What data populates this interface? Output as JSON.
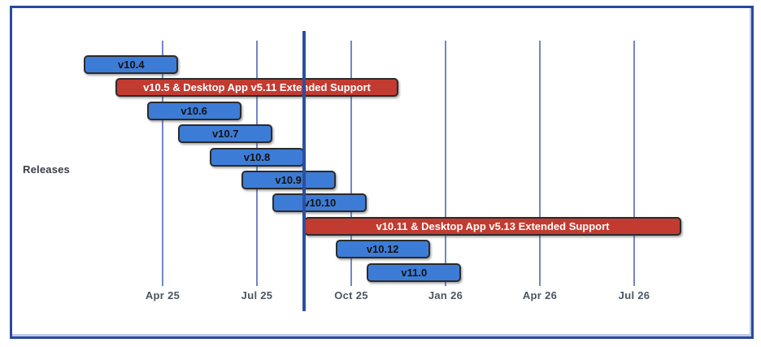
{
  "chart_data": {
    "type": "gantt",
    "title": "",
    "ylabel": "Releases",
    "x_axis": {
      "unit": "months (m = months after Apr 1, 2025)",
      "range_m": [
        -3.5,
        17.2
      ],
      "ticks": [
        {
          "label": "Apr 25",
          "m": 0
        },
        {
          "label": "Jul 25",
          "m": 3
        },
        {
          "label": "Oct 25",
          "m": 6
        },
        {
          "label": "Jan 26",
          "m": 9
        },
        {
          "label": "Apr 26",
          "m": 12
        },
        {
          "label": "Jul 26",
          "m": 15
        }
      ]
    },
    "grid": "vertical",
    "legend": "none",
    "today_marker_m": 4.5,
    "bars": [
      {
        "label": "v10.4",
        "kind": "release",
        "start_m": -2.5,
        "end_m": 0.5
      },
      {
        "label": "v10.5 & Desktop App v5.11 Extended Support",
        "kind": "extended",
        "start_m": -1.5,
        "end_m": 7.5
      },
      {
        "label": "v10.6",
        "kind": "release",
        "start_m": -0.5,
        "end_m": 2.5
      },
      {
        "label": "v10.7",
        "kind": "release",
        "start_m": 0.5,
        "end_m": 3.5
      },
      {
        "label": "v10.8",
        "kind": "release",
        "start_m": 1.5,
        "end_m": 4.5
      },
      {
        "label": "v10.9",
        "kind": "release",
        "start_m": 2.5,
        "end_m": 5.5
      },
      {
        "label": "v10.10",
        "kind": "release",
        "start_m": 3.5,
        "end_m": 6.5
      },
      {
        "label": "v10.11 & Desktop App v5.13 Extended Support",
        "kind": "extended",
        "start_m": 4.5,
        "end_m": 16.5
      },
      {
        "label": "v10.12",
        "kind": "release",
        "start_m": 5.5,
        "end_m": 8.5
      },
      {
        "label": "v11.0",
        "kind": "release",
        "start_m": 6.5,
        "end_m": 9.5
      }
    ],
    "colors": {
      "release_fill": "#3d7cd6",
      "release_text": "#121212",
      "extended_fill": "#c23b31",
      "extended_text": "#ffffff",
      "bar_border": "#2b2b2b",
      "gridline": "#7386c6",
      "today_line": "#2c4fa0",
      "tick_label": "#4d555e",
      "ylabel_text": "#373d45",
      "frame_border": "#2b4a9b"
    }
  }
}
